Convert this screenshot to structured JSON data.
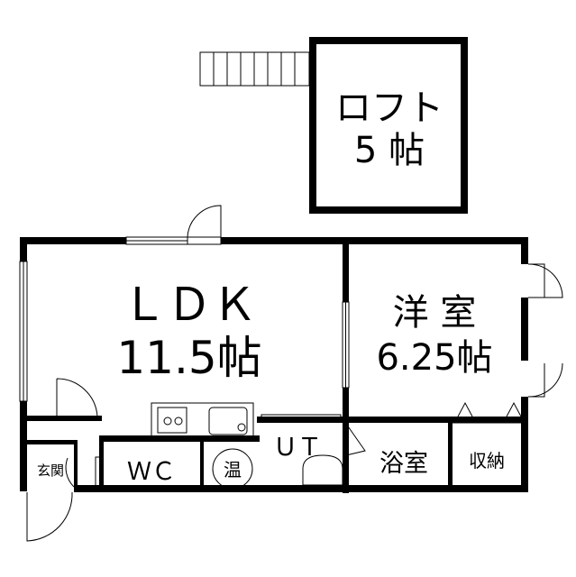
{
  "rooms": {
    "loft": {
      "name": "ロフト",
      "size": "5 帖"
    },
    "ldk": {
      "name": "ＬＤＫ",
      "size": "11.5帖"
    },
    "western": {
      "name": "洋 室",
      "size": "6.25帖"
    },
    "bath": {
      "name": "浴室"
    },
    "storage": {
      "name": "収納"
    },
    "utility": {
      "name": "ＵＴ"
    },
    "toilet": {
      "name": "ＷＣ"
    },
    "water_heater": {
      "name": "温"
    },
    "entrance": {
      "name": "玄関"
    }
  }
}
